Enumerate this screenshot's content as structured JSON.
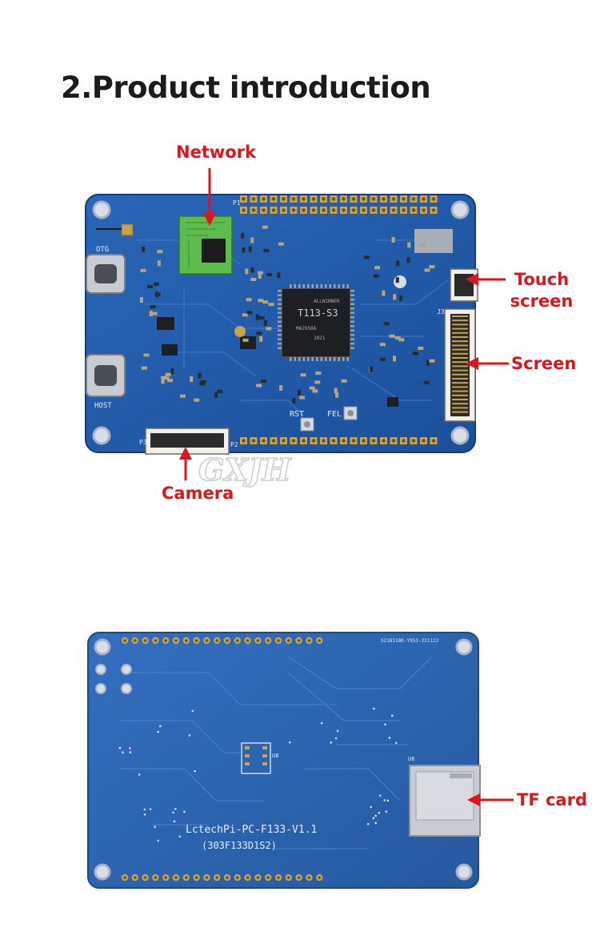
{
  "title": "2.Product introduction",
  "callouts": {
    "network": "Network",
    "touch_screen_line1": "Touch",
    "touch_screen_line2": "screen",
    "screen": "Screen",
    "camera": "Camera",
    "tf_card": "TF card"
  },
  "front_board": {
    "otg_label": "OTG",
    "host_label": "HOST",
    "chip_line1": "T113-S3",
    "chip_line2": "ALLWINNER",
    "chip_line3": "MA2950A",
    "chip_line4": "2021",
    "rst_label": "RST",
    "fel_label": "FEL",
    "p1_label": "P1",
    "p2_label": "P2",
    "p3_label": "P3",
    "j3_label": "J3",
    "watermark": "GXJH"
  },
  "back_board": {
    "serial_text": "S218110K-Y953-221122",
    "model_text": "LctechPi-PC-F133-V1.1",
    "code_text": "(303F133D1S2)",
    "u6_label": "U6",
    "u8_label": "U8"
  },
  "colors": {
    "arrow": "#e0141b",
    "pcb_front": "#1f59a8",
    "pcb_back": "#2a62b4",
    "gold": "#c9a24a"
  }
}
